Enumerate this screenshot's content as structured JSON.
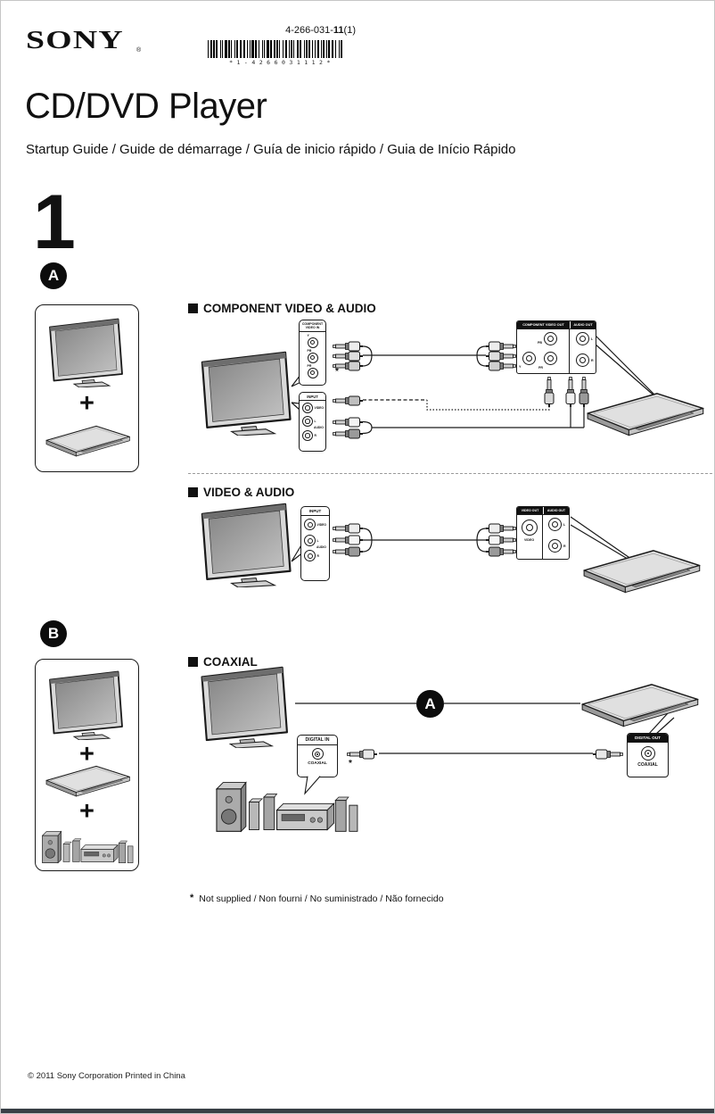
{
  "header": {
    "logo": "SONY",
    "registered_mark": "®",
    "part_number_prefix": "4-266-031-",
    "part_number_bold": "11",
    "part_number_suffix": "(1)",
    "barcode_text": "*1-4266031112*"
  },
  "title": "CD/DVD Player",
  "subtitle": "Startup Guide / Guide de démarrage / Guía de inicio rápido / Guia de Início Rápido",
  "step_number": "1",
  "badges": {
    "a": "A",
    "b": "B"
  },
  "plus_sign": "+",
  "sections": {
    "component": {
      "heading": "COMPONENT VIDEO & AUDIO",
      "tv_panel_component": {
        "title_line1": "COMPONENT",
        "title_line2": "VIDEO IN",
        "jack_labels": [
          "Y",
          "PB",
          "PR"
        ]
      },
      "tv_panel_input": {
        "title": "INPUT",
        "jack_video": "VIDEO",
        "jack_l": "L",
        "jack_audio": "AUDIO",
        "jack_r": "R"
      },
      "player_panel": {
        "title_video": "COMPONENT VIDEO OUT",
        "title_audio": "AUDIO OUT",
        "jack_pb": "PB",
        "jack_y": "Y",
        "jack_pr": "PR",
        "jack_l": "L",
        "jack_r": "R"
      },
      "not_supplied_mark": "*"
    },
    "video_audio": {
      "heading": "VIDEO & AUDIO",
      "tv_panel_input": {
        "title": "INPUT",
        "jack_video": "VIDEO",
        "jack_l": "L",
        "jack_audio": "AUDIO",
        "jack_r": "R"
      },
      "player_panel": {
        "title_video": "VIDEO OUT",
        "title_audio": "AUDIO OUT",
        "jack_video": "VIDEO",
        "jack_l": "L",
        "jack_r": "R"
      }
    },
    "coaxial": {
      "heading": "COAXIAL",
      "badge_ref": "A",
      "receiver_panel": {
        "title": "DIGITAL IN",
        "jack_label": "COAXIAL"
      },
      "player_panel": {
        "title": "DIGITAL OUT",
        "jack_label": "COAXIAL"
      },
      "not_supplied_mark": "*"
    }
  },
  "footnote": {
    "mark": "*",
    "text": "Not supplied / Non fourni / No suministrado / Não fornecido"
  },
  "footer": "© 2011 Sony Corporation Printed in China"
}
